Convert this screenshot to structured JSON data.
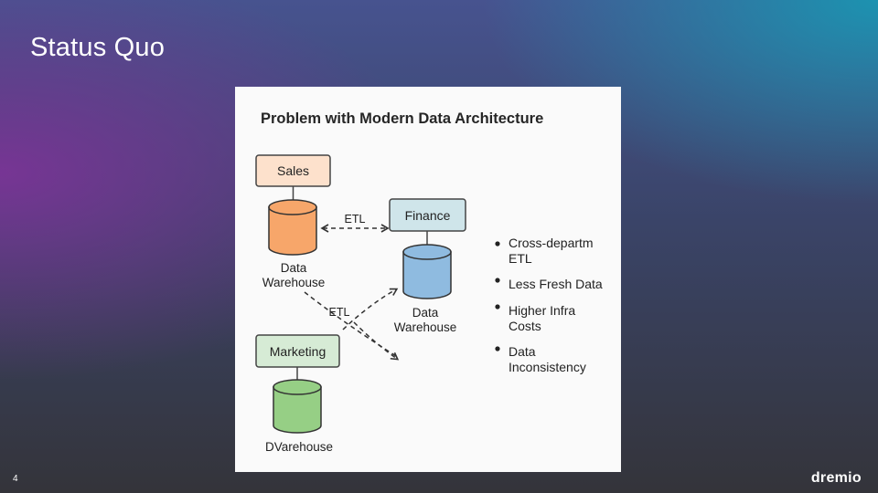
{
  "slide": {
    "title": "Status Quo",
    "page_number": "4",
    "brand": "dremio"
  },
  "diagram": {
    "title": "Problem with Modern Data Architecture",
    "nodes": {
      "sales": {
        "label": "Sales",
        "color": "#fde1cc"
      },
      "finance": {
        "label": "Finance",
        "color": "#cfe5ea"
      },
      "marketing": {
        "label": "Marketing",
        "color": "#d6ebd5"
      }
    },
    "warehouses": {
      "sales": {
        "label_line1": "Data",
        "label_line2": "Warehouse",
        "color": "#f7a66a"
      },
      "finance": {
        "label_line1": "Data",
        "label_line2": "Warehouse",
        "color": "#8fbbe0"
      },
      "marketing": {
        "label": "DVarehouse",
        "color": "#96cf85"
      }
    },
    "etl_labels": [
      "ETL",
      "ETL"
    ],
    "bullets": [
      {
        "line1": "Cross-departm",
        "line2": "ETL"
      },
      {
        "line1": "Less Fresh Data",
        "line2": ""
      },
      {
        "line1": "Higher Infra",
        "line2": "Costs"
      },
      {
        "line1": "Data",
        "line2": "Inconsistency"
      }
    ]
  }
}
